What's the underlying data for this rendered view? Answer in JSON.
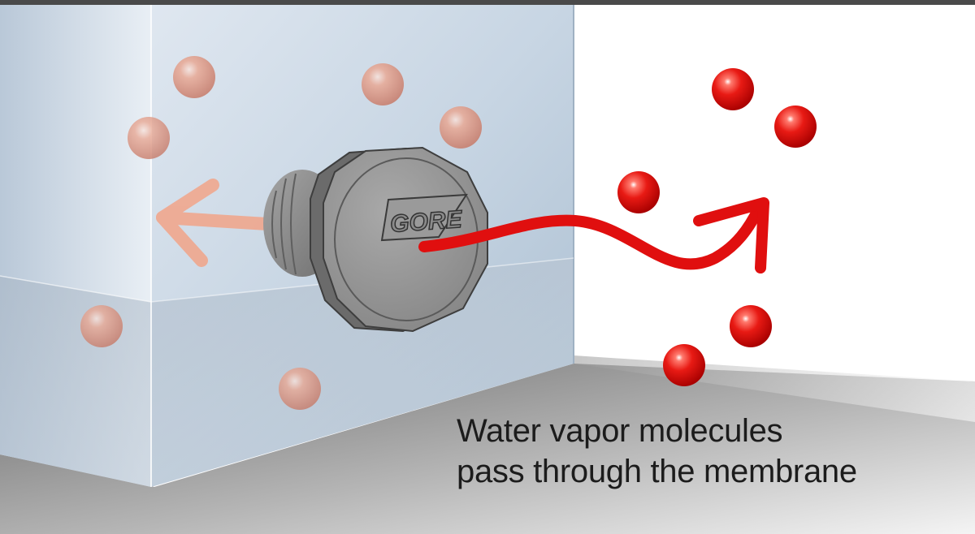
{
  "caption": {
    "line1": "Water vapor molecules",
    "line2": "pass through the membrane"
  },
  "logo_text": "GORE",
  "icons": [
    "vent-plug-icon",
    "molecule-icon",
    "arrow-left-icon",
    "wavy-arrow-icon"
  ],
  "colors": {
    "molecule_inside": "#e0907a",
    "molecule_outside": "#e01010",
    "arrow_inside": "#f0a78e",
    "arrow_outside": "#e00f0f",
    "box_front": "#c4d3e2",
    "box_side": "#ecf1f6",
    "floor": "#8c8c8c",
    "plug": "#8e8e8e"
  }
}
